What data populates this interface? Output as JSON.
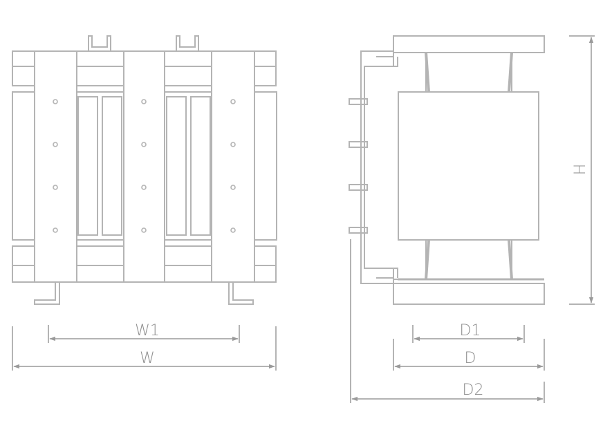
{
  "diagram": {
    "colors": {
      "stroke": "#b4b4b4",
      "dim_stroke": "#9a9a9a",
      "label": "#8e8e8e",
      "background": "#ffffff"
    },
    "dimensions": {
      "w1": "W1",
      "w": "W",
      "d1": "D1",
      "d": "D",
      "d2": "D2",
      "h": "H"
    }
  }
}
